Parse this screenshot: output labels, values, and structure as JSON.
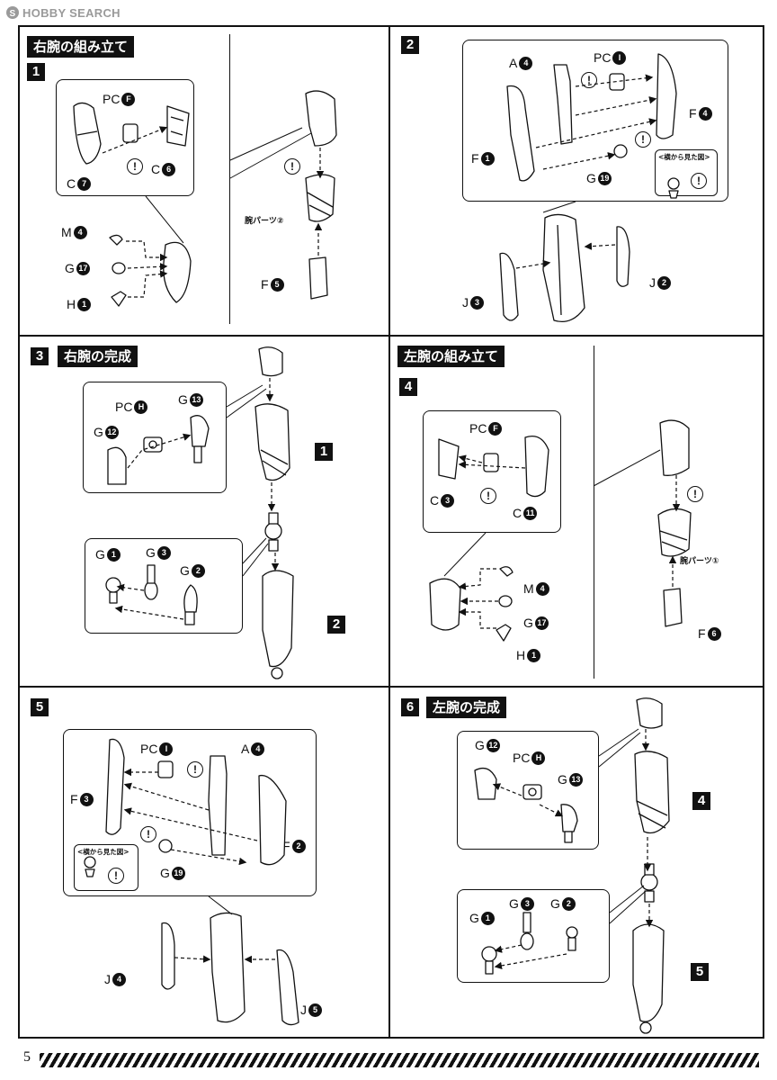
{
  "watermark": {
    "text": "HOBBY SEARCH"
  },
  "page_number": "5",
  "footer": {
    "pattern_icon": "stripe-band"
  },
  "labels": {
    "chest_right": "腕パーツ②",
    "chest_left": "腕パーツ①",
    "side_view": "<横から見た図>"
  },
  "sections": [
    {
      "step": "1",
      "title": "右腕の組み立て",
      "parts": [
        [
          "PC",
          "F"
        ],
        [
          "C",
          "7"
        ],
        [
          "C",
          "6"
        ],
        [
          "M",
          "4"
        ],
        [
          "G",
          "17"
        ],
        [
          "H",
          "1"
        ],
        [
          "F",
          "5"
        ]
      ]
    },
    {
      "step": "2",
      "title": "",
      "parts": [
        [
          "A",
          "4"
        ],
        [
          "PC",
          "I"
        ],
        [
          "F",
          "4"
        ],
        [
          "F",
          "1"
        ],
        [
          "G",
          "19"
        ],
        [
          "J",
          "3"
        ],
        [
          "J",
          "2"
        ]
      ]
    },
    {
      "step": "3",
      "title": "右腕の完成",
      "parts": [
        [
          "PC",
          "H"
        ],
        [
          "G",
          "13"
        ],
        [
          "G",
          "12"
        ],
        [
          "G",
          "1"
        ],
        [
          "G",
          "3"
        ],
        [
          "G",
          "2"
        ]
      ],
      "refs": [
        "1",
        "2"
      ]
    },
    {
      "step": "4",
      "title": "左腕の組み立て",
      "parts": [
        [
          "PC",
          "F"
        ],
        [
          "C",
          "3"
        ],
        [
          "C",
          "11"
        ],
        [
          "M",
          "4"
        ],
        [
          "G",
          "17"
        ],
        [
          "H",
          "1"
        ],
        [
          "F",
          "6"
        ]
      ]
    },
    {
      "step": "5",
      "title": "",
      "parts": [
        [
          "PC",
          "I"
        ],
        [
          "A",
          "4"
        ],
        [
          "F",
          "3"
        ],
        [
          "F",
          "2"
        ],
        [
          "G",
          "19"
        ],
        [
          "J",
          "4"
        ],
        [
          "J",
          "5"
        ]
      ]
    },
    {
      "step": "6",
      "title": "左腕の完成",
      "parts": [
        [
          "G",
          "12"
        ],
        [
          "PC",
          "H"
        ],
        [
          "G",
          "13"
        ],
        [
          "G",
          "1"
        ],
        [
          "G",
          "3"
        ],
        [
          "G",
          "2"
        ]
      ],
      "refs": [
        "4",
        "5"
      ]
    }
  ],
  "warning_mark": "!"
}
